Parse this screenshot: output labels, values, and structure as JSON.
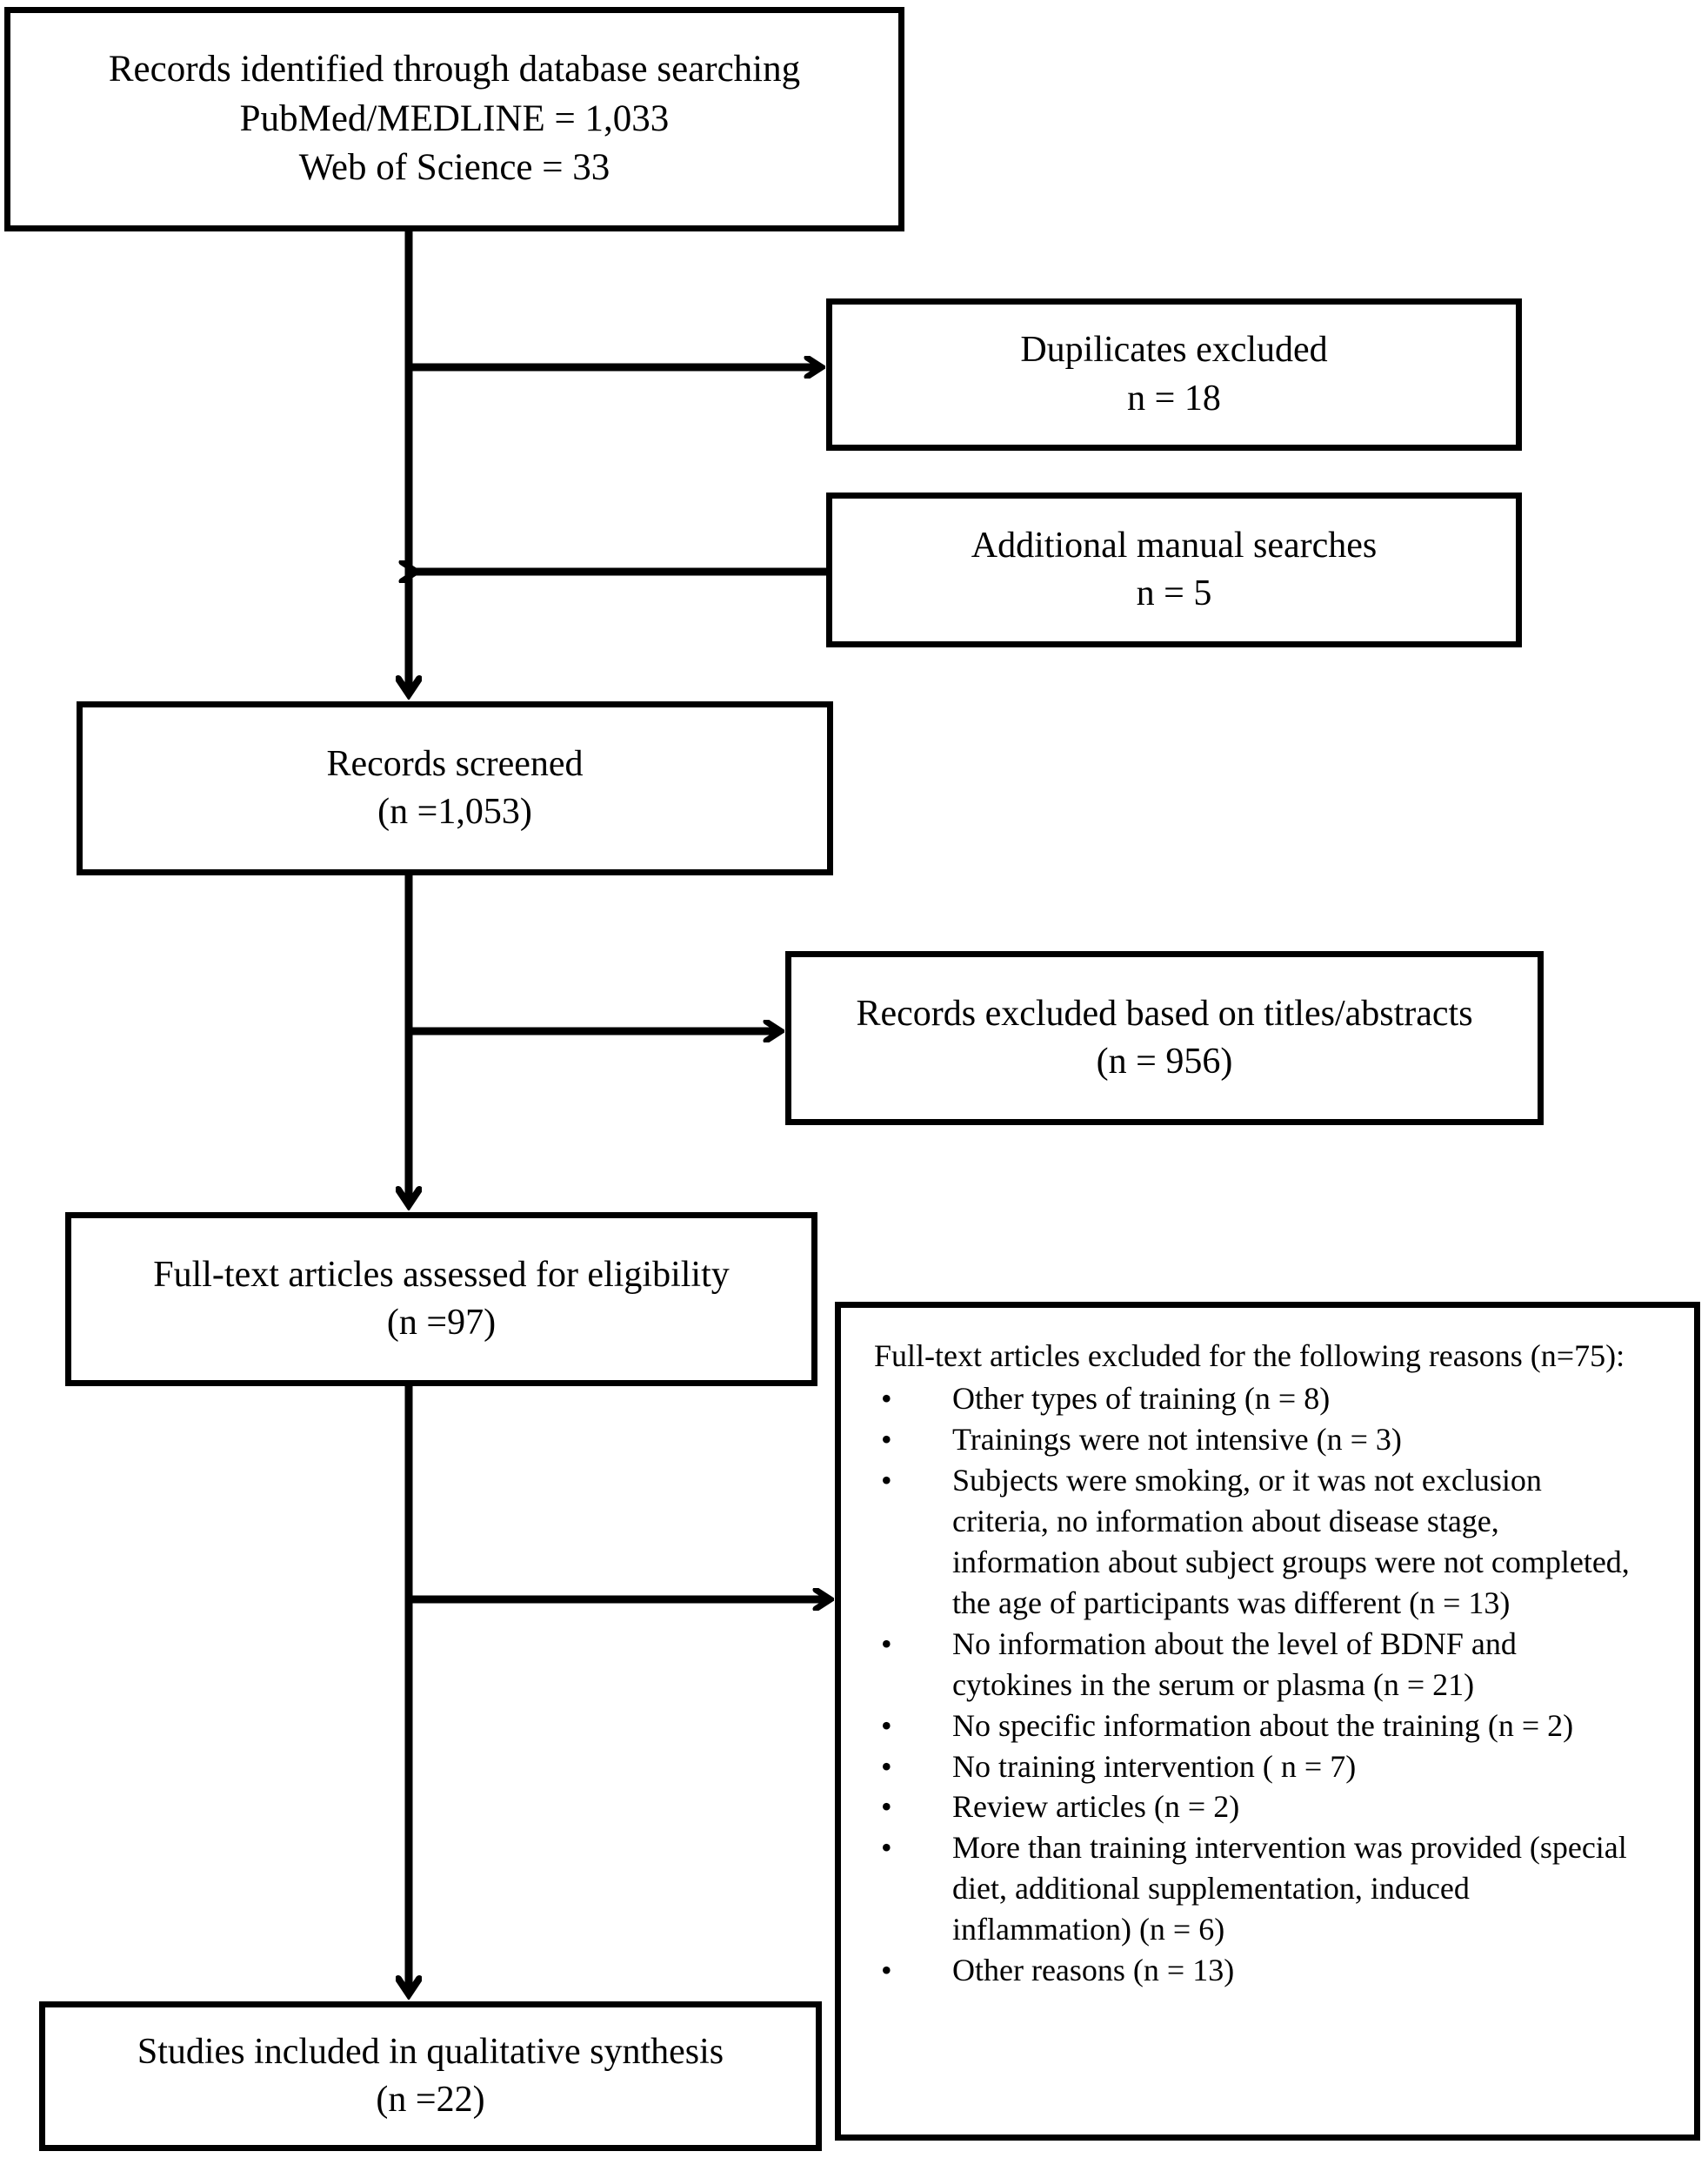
{
  "diagram": {
    "type": "prisma-flow-diagram",
    "title": "PRISMA study selection flow diagram",
    "ink_color": "#000000",
    "background_color": "#ffffff"
  },
  "nodes": {
    "identified": {
      "name": "records-identified",
      "lines": [
        "Records identified through database searching",
        "PubMed/MEDLINE = 1,033",
        "Web of Science = 33"
      ]
    },
    "duplicates": {
      "name": "duplicates-excluded",
      "lines": [
        "Dupilicates excluded",
        "n = 18"
      ]
    },
    "additional": {
      "name": "additional-manual-searches",
      "lines": [
        "Additional manual searches",
        "n = 5"
      ]
    },
    "screened": {
      "name": "records-screened",
      "lines": [
        "Records screened",
        "(n =1,053)"
      ]
    },
    "records_excluded": {
      "name": "records-excluded-titles-abstracts",
      "lines": [
        "Records excluded based on titles/abstracts",
        "(n = 956)"
      ]
    },
    "fulltext": {
      "name": "full-text-assessed",
      "lines": [
        "Full-text articles assessed for eligibility",
        "(n =97)"
      ]
    },
    "included": {
      "name": "studies-included",
      "lines": [
        "Studies included in qualitative synthesis",
        "(n =22)"
      ]
    },
    "exclusion_reasons": {
      "name": "exclusion-reasons",
      "intro": "Full-text articles excluded for the following reasons (n=75):",
      "bullet_glyph": "•",
      "items": [
        "Other types of training (n = 8)",
        " Trainings were not intensive (n = 3)",
        "Subjects were smoking, or it was not exclusion\ncriteria, no information about disease stage,\ninformation about subject groups were not completed,\nthe age of participants was different  (n = 13)",
        "No information about the level of BDNF and\ncytokines in the serum or plasma (n = 21)",
        "No specific information about the training (n = 2)",
        "No training intervention ( n = 7)",
        "Review articles (n = 2)",
        "More than training intervention was provided (special\ndiet, additional supplementation, induced\ninflammation) (n = 6)",
        "Other reasons (n = 13)"
      ]
    }
  },
  "connectors": [
    {
      "name": "arrow-identified-to-screened",
      "from": "identified",
      "to": "screened",
      "direction": "down",
      "arrowhead": true
    },
    {
      "name": "arrow-trunk-to-duplicates",
      "from": "trunk",
      "to": "duplicates",
      "direction": "right",
      "arrowhead": true
    },
    {
      "name": "arrow-additional-to-trunk",
      "from": "additional",
      "to": "trunk",
      "direction": "left",
      "arrowhead": true
    },
    {
      "name": "arrow-screened-to-fulltext",
      "from": "screened",
      "to": "fulltext",
      "direction": "down",
      "arrowhead": true
    },
    {
      "name": "arrow-trunk-to-records-excluded",
      "from": "trunk",
      "to": "records_excluded",
      "direction": "right",
      "arrowhead": true
    },
    {
      "name": "arrow-trunk-to-exclusion-reasons",
      "from": "trunk",
      "to": "exclusion_reasons",
      "direction": "right",
      "arrowhead": true
    },
    {
      "name": "arrow-fulltext-to-included",
      "from": "fulltext",
      "to": "included",
      "direction": "down",
      "arrowhead": true
    }
  ]
}
